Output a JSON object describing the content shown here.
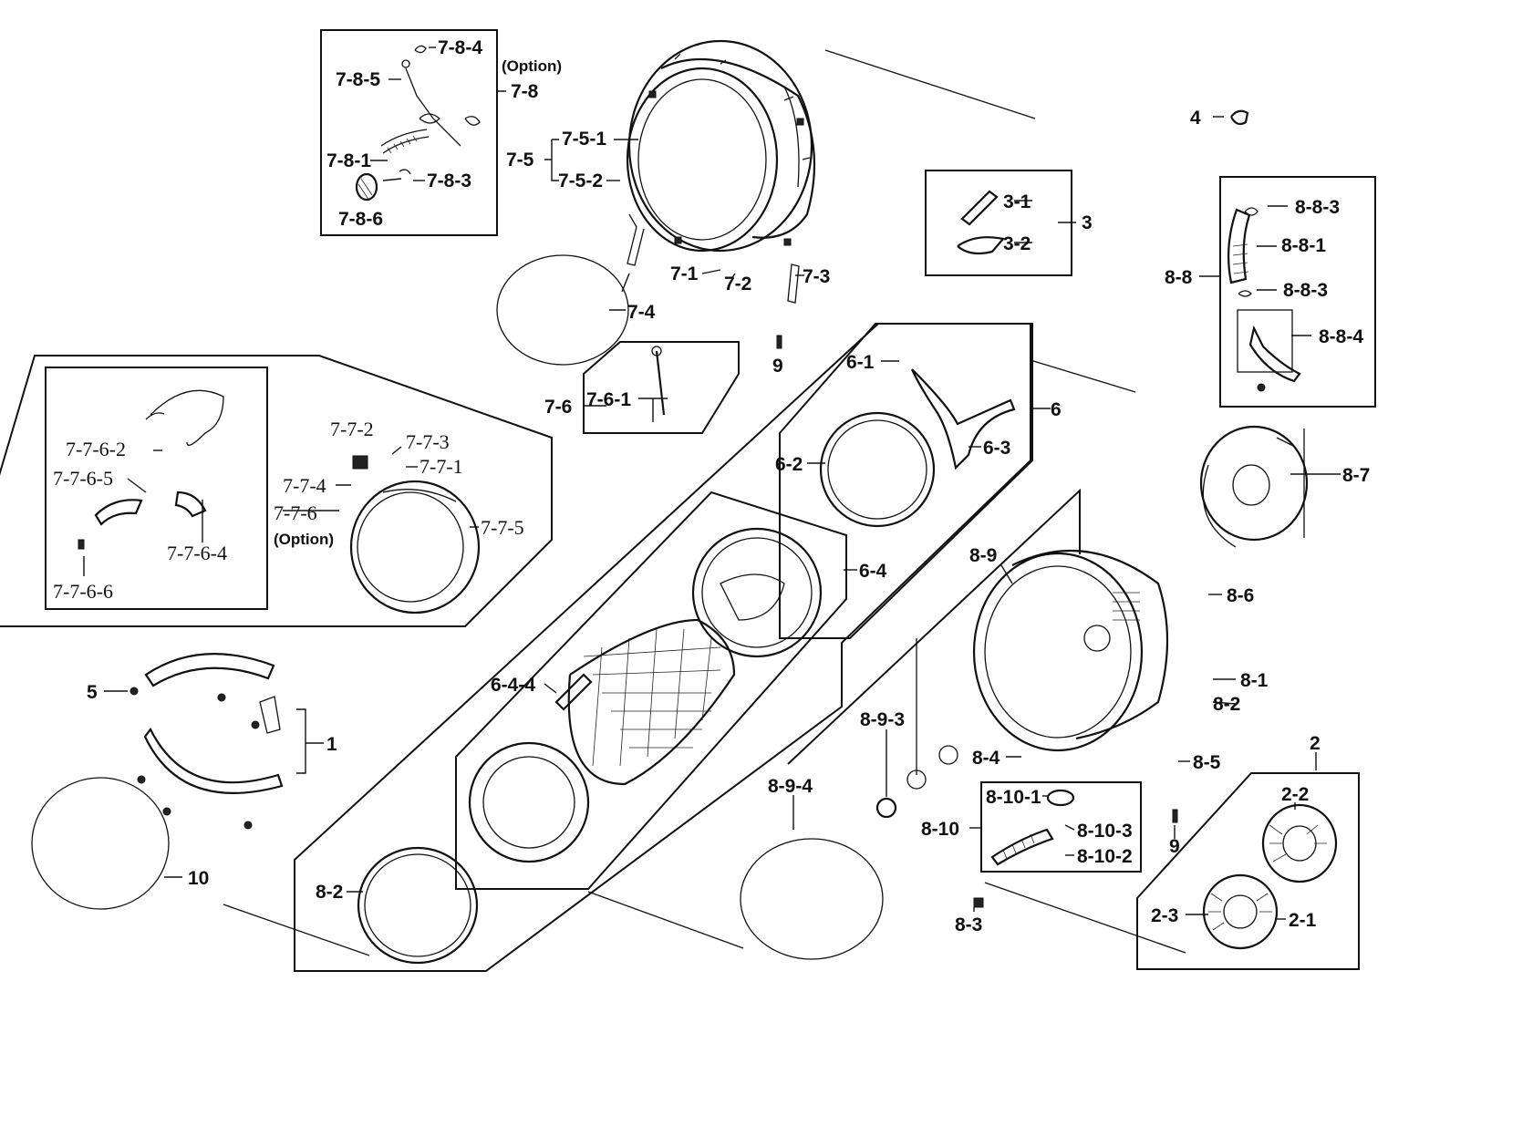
{
  "labels": {
    "p7_8_4": "7-8-4",
    "option_top": "(Option)",
    "p7_8_5": "7-8-5",
    "p7_8": "7-8",
    "p7_5_1": "7-5-1",
    "p7_5": "7-5",
    "p7_5_2": "7-5-2",
    "p7_8_1": "7-8-1",
    "p7_8_3": "7-8-3",
    "p7_8_6": "7-8-6",
    "p4": "4",
    "p3_1": "3-1",
    "p3": "3",
    "p3_2": "3-2",
    "p8_8_3a": "8-8-3",
    "p8_8_1": "8-8-1",
    "p8_8": "8-8",
    "p8_8_3b": "8-8-3",
    "p8_8_4": "8-8-4",
    "p7_1": "7-1",
    "p7_2": "7-2",
    "p7_3": "7-3",
    "p7_4": "7-4",
    "p9a": "9",
    "p6_1": "6-1",
    "p6": "6",
    "p6_3": "6-3",
    "p6_2": "6-2",
    "p7_6": "7-6",
    "p7_6_1": "7-6-1",
    "p7_7_2": "7-7-2",
    "p7_7_3": "7-7-3",
    "p7_7_6_2": "7-7-6-2",
    "p7_7_1": "7-7-1",
    "p7_7_6_5": "7-7-6-5",
    "p7_7_4": "7-7-4",
    "p7_7_6": "7-7-6",
    "option_mid": "(Option)",
    "p7_7_5": "7-7-5",
    "p7_7_6_4": "7-7-6-4",
    "p7_7_6_6": "7-7-6-6",
    "p8_7": "8-7",
    "p6_4": "6-4",
    "p8_9": "8-9",
    "p8_6": "8-6",
    "p5": "5",
    "p1": "1",
    "p6_4_4": "6-4-4",
    "p8_1": "8-1",
    "p8_2a": "8-2",
    "p8_9_3": "8-9-3",
    "p8_4": "8-4",
    "p8_5": "8-5",
    "p2": "2",
    "p8_9_4": "8-9-4",
    "p8_10_1": "8-10-1",
    "p2_2": "2-2",
    "p8_10": "8-10",
    "p8_10_3": "8-10-3",
    "p8_10_2": "8-10-2",
    "p9b": "9",
    "p10": "10",
    "p8_2b": "8-2",
    "p2_3": "2-3",
    "p2_1": "2-1",
    "p8_3": "8-3"
  }
}
